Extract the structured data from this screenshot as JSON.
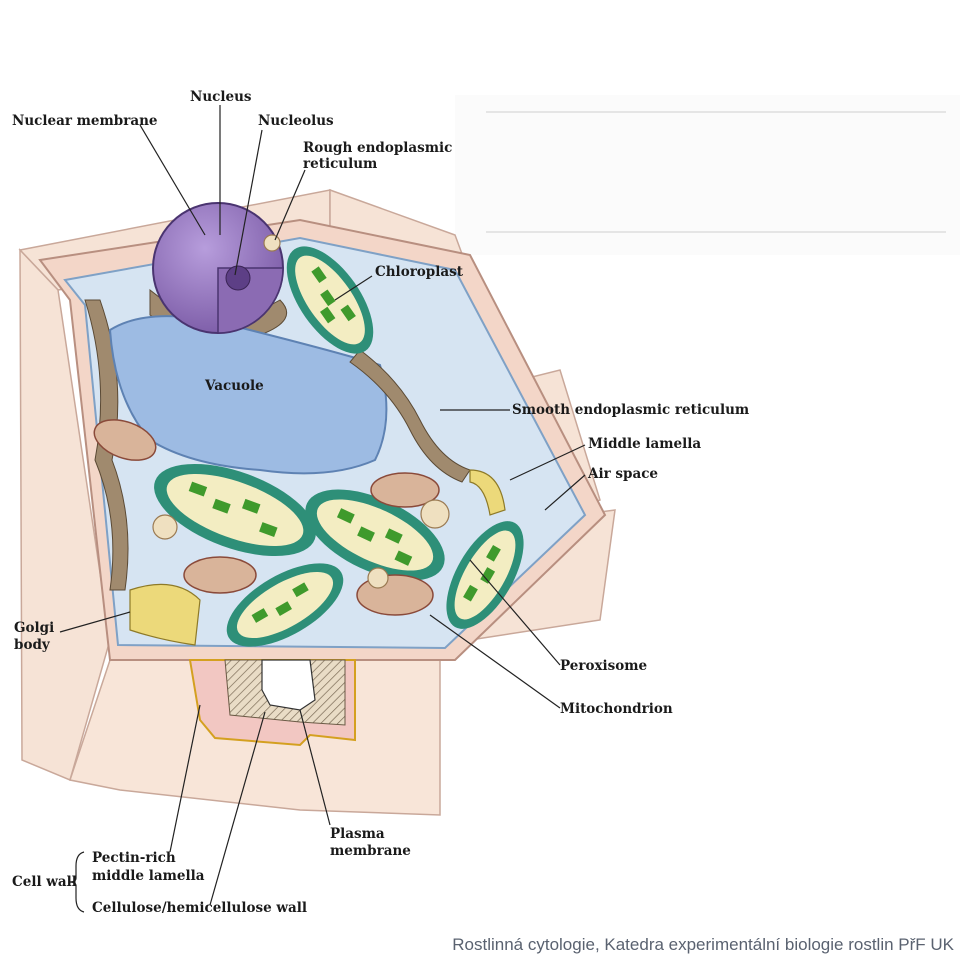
{
  "labels": {
    "nucleus": "Nucleus",
    "nuclear_membrane": "Nuclear membrane",
    "nucleolus": "Nucleolus",
    "rough_er_line1": "Rough endoplasmic",
    "rough_er_line2": "reticulum",
    "chloroplast": "Chloroplast",
    "vacuole": "Vacuole",
    "smooth_er": "Smooth endoplasmic reticulum",
    "middle_lamella": "Middle lamella",
    "air_space": "Air space",
    "golgi_line1": "Golgi",
    "golgi_line2": "body",
    "peroxisome": "Peroxisome",
    "mitochondrion": "Mitochondrion",
    "plasma_membrane_line1": "Plasma",
    "plasma_membrane_line2": "membrane",
    "cell_wall": "Cell wall",
    "pectin_line1": "Pectin-rich",
    "pectin_line2": "middle lamella",
    "cellulose_wall": "Cellulose/hemicellulose wall"
  },
  "footer": "Rostlinná cytologie, Katedra experimentální biologie rostlin PřF UK",
  "colors": {
    "cytoplasm": "#d6e4f2",
    "vacuole": "#9dbbe3",
    "cell_wall": "#f6ded2",
    "nucleus": "#9a7bc0",
    "chloroplast_outer": "#2e8f78",
    "chloroplast_inner": "#f3edc2",
    "thylakoid": "#3f9a2c",
    "mitochondrion": "#d9b49a",
    "er": "#a08a6e",
    "golgi": "#ecd97a"
  }
}
